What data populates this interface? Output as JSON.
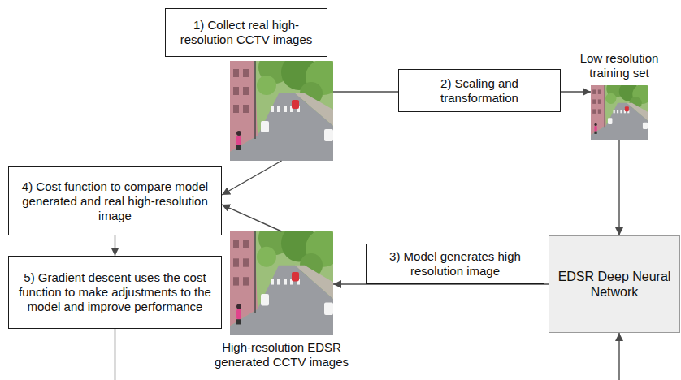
{
  "diagram": {
    "nodes": [
      {
        "text": [
          "1) Collect real high-resolution CCTV images"
        ]
      },
      {
        "text": [
          "Low resolution training set"
        ]
      },
      {
        "text": [
          "4) Cost function to compare model generated and real high-resolution image"
        ]
      },
      {
        "text": [
          "5) Gradient descent uses the cost function to make adjustments to the model and improve performance"
        ]
      },
      {
        "text": [
          "High-resolution EDSR generated CCTV images"
        ]
      },
      {
        "text": [
          "EDSR Deep Neural Network"
        ]
      }
    ],
    "edges": [
      {
        "from": 0,
        "to": 1,
        "arrow": "to",
        "label": "2) Scaling and transformation"
      },
      {
        "from": 1,
        "to": 5,
        "arrow": "to"
      },
      {
        "from": 5,
        "to": 4,
        "arrow": "to",
        "label": "3) Model generates high resolution image"
      },
      {
        "from": 0,
        "to": 2,
        "arrow": "to"
      },
      {
        "from": 4,
        "to": 2,
        "arrow": "to"
      },
      {
        "from": 2,
        "to": 3,
        "arrow": "to"
      },
      {
        "from": 3,
        "to": 5,
        "arrow": "to"
      }
    ]
  }
}
